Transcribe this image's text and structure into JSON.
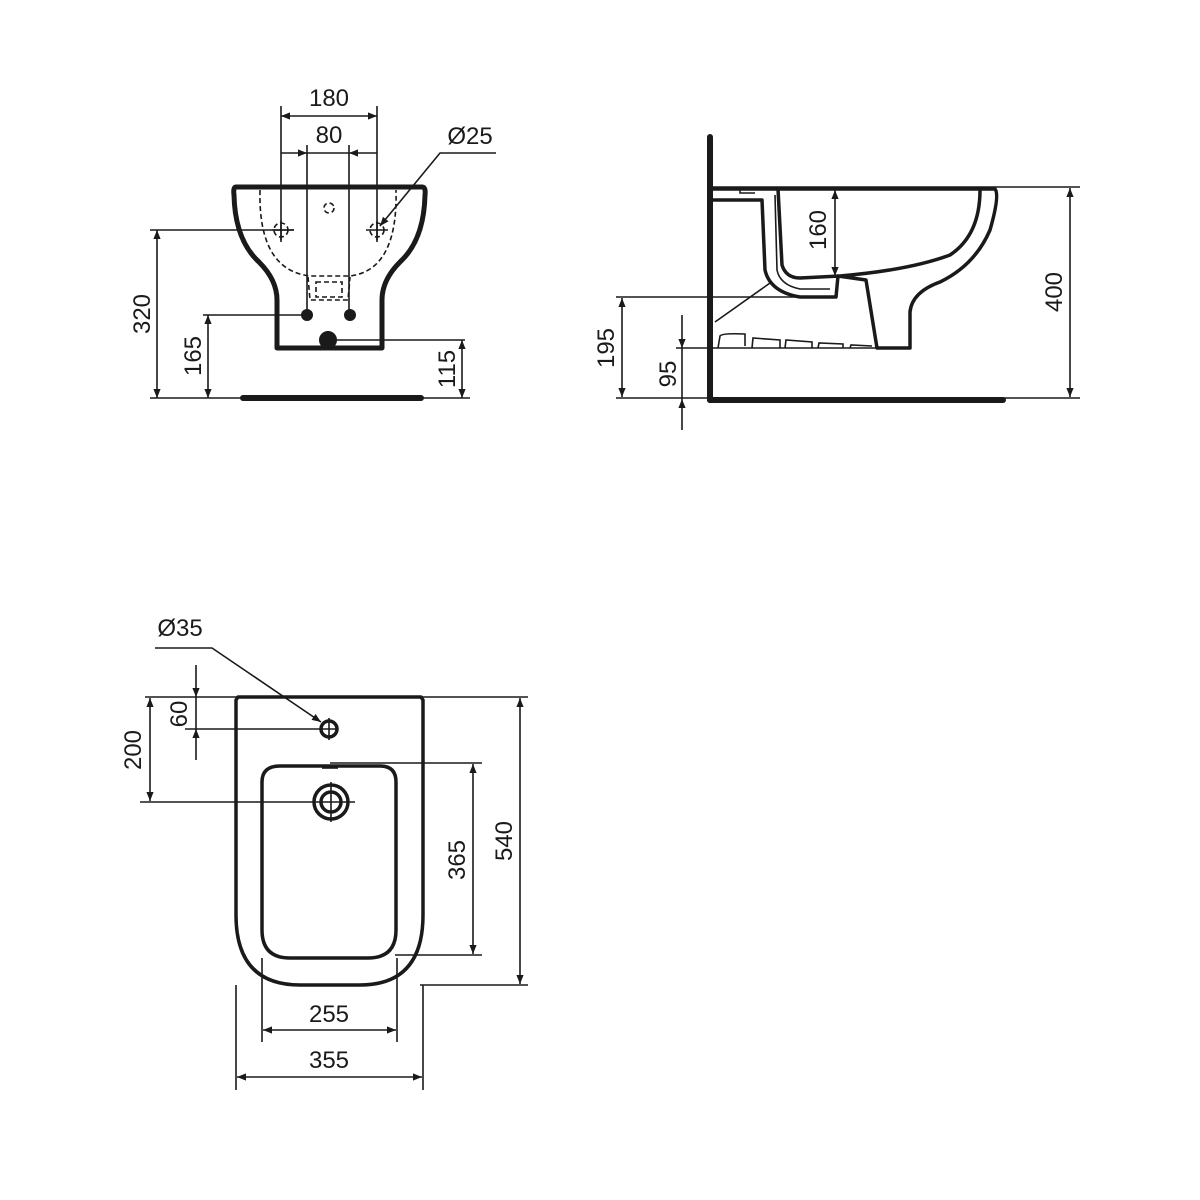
{
  "title": "Wall-hung bidet technical drawing",
  "colors": {
    "line": "#1a1a1a",
    "background": "#ffffff"
  },
  "front_view": {
    "dim_180": "180",
    "dim_80": "80",
    "dim_diameter_25": "Ø25",
    "dim_320": "320",
    "dim_165": "165",
    "dim_115": "115"
  },
  "side_view": {
    "dim_160": "160",
    "dim_400": "400",
    "dim_195": "195",
    "dim_95": "95"
  },
  "top_view": {
    "dim_diameter_35": "Ø35",
    "dim_60": "60",
    "dim_200": "200",
    "dim_365": "365",
    "dim_540": "540",
    "dim_255": "255",
    "dim_355": "355"
  }
}
